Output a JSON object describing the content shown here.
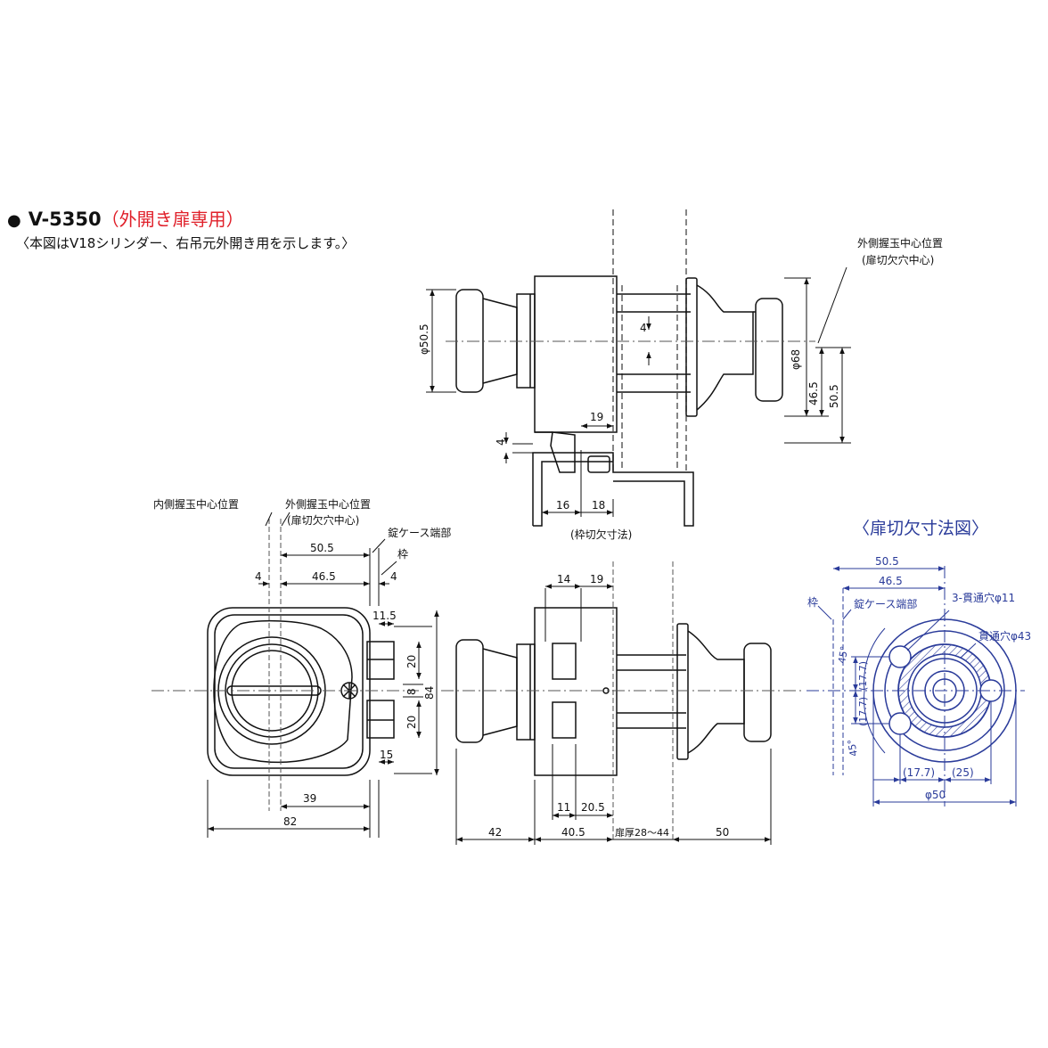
{
  "colors": {
    "accent": "#e0202a",
    "blue": "#2a3b9a",
    "line": "#111111",
    "dash": "#555555"
  },
  "title": {
    "bullet": "●",
    "model": "V-5350",
    "variant": "（外開き扉専用）"
  },
  "note": "〈本図はV18シリンダー、右吊元外開き用を示します。〉",
  "top_view": {
    "labels": {
      "outer_center": "外側握玉中心位置",
      "door_cut_center": "(扉切欠穴中心)",
      "frame_cut": "(枠切欠寸法)"
    },
    "dims": {
      "knob_dia": "φ50.5",
      "rose_dia": "φ68",
      "d4": "4",
      "d46_5": "46.5",
      "d50_5": "50.5",
      "d19": "19",
      "d4b": "4",
      "d16": "16",
      "d18": "18"
    }
  },
  "front_view": {
    "labels": {
      "inner_center": "内側握玉中心位置",
      "outer_center": "外側握玉中心位置",
      "door_cut_center": "(扉切欠穴中心)",
      "case_end": "錠ケース端部",
      "frame": "枠"
    },
    "dims": {
      "d50_5": "50.5",
      "d4a": "4",
      "d46_5": "46.5",
      "d4b": "4",
      "d11_5": "11.5",
      "d20a": "20",
      "d8": "8",
      "d84": "84",
      "d20b": "20",
      "d15": "15",
      "d39": "39",
      "d82": "82"
    }
  },
  "side_view": {
    "dims": {
      "d14": "14",
      "d19": "19",
      "d11": "11",
      "d20_5": "20.5",
      "d42": "42",
      "d40_5": "40.5",
      "door_thickness": "扉厚28～44",
      "d50": "50"
    }
  },
  "cutout": {
    "title": "〈扉切欠寸法図〉",
    "labels": {
      "frame": "枠",
      "case_end": "錠ケース端部",
      "hole3": "3-貫通穴φ11",
      "hole_main": "貫通穴φ43"
    },
    "dims": {
      "d50_5": "50.5",
      "d46_5": "46.5",
      "angle_top": "45°",
      "angle_bottom": "45°",
      "d17_7a": "(17.7)",
      "d17_7b": "(17.7)",
      "d17_7c": "(17.7)",
      "d25": "(25)",
      "dia50": "φ50"
    }
  }
}
